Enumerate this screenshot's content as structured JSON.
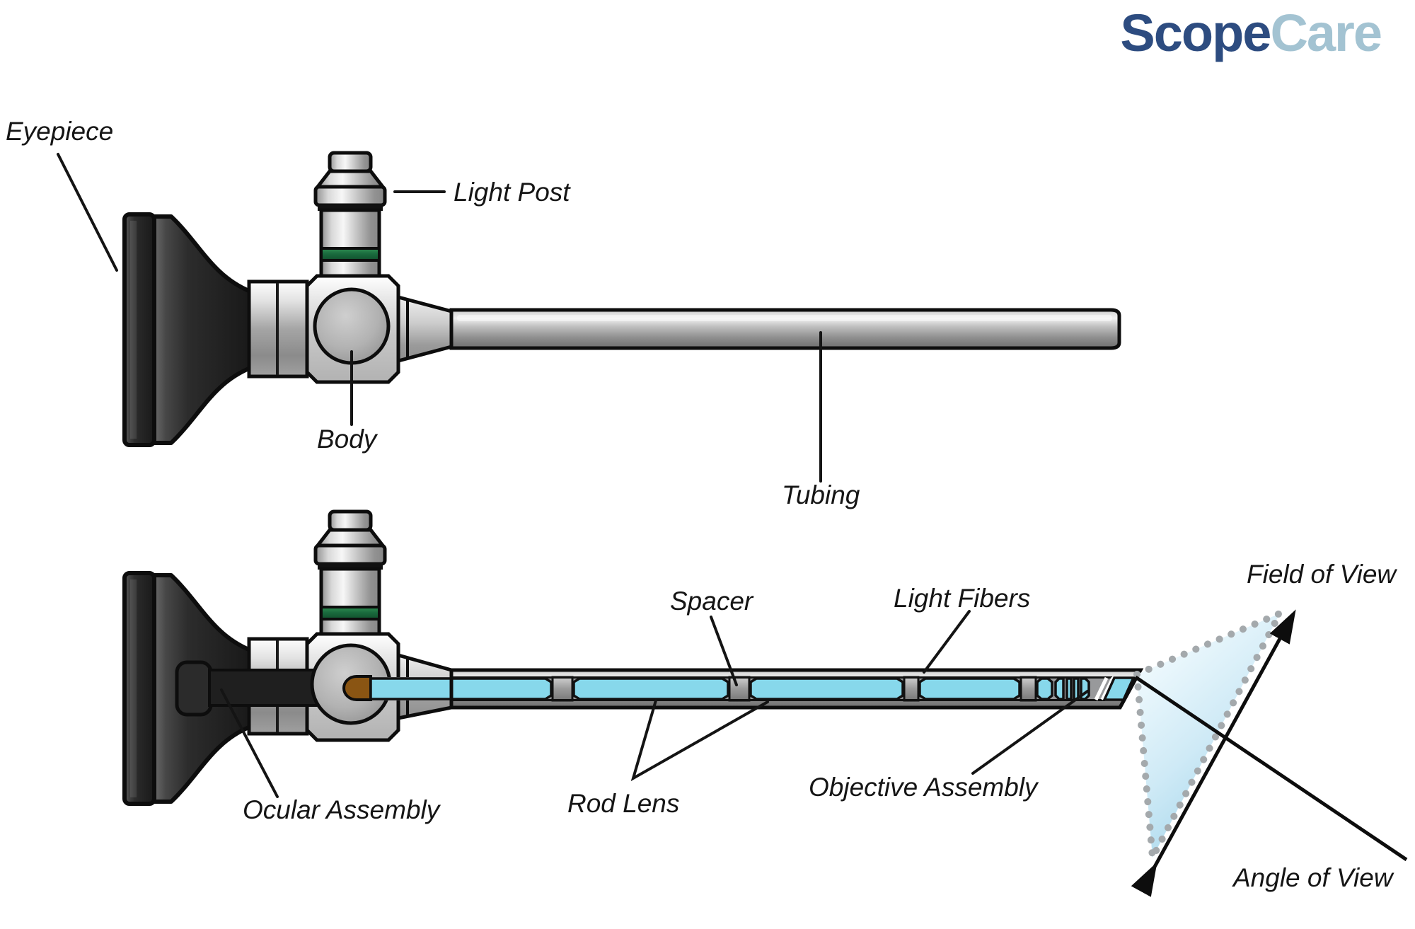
{
  "logo": {
    "part1": "Scope",
    "part2": "Care"
  },
  "labels": {
    "eyepiece": "Eyepiece",
    "light_post": "Light Post",
    "body": "Body",
    "tubing": "Tubing",
    "spacer": "Spacer",
    "light_fibers": "Light Fibers",
    "rod_lens": "Rod Lens",
    "objective_assembly": "Objective Assembly",
    "ocular_assembly": "Ocular Assembly",
    "field_of_view": "Field of View",
    "angle_of_view": "Angle of View"
  },
  "colors": {
    "logo_primary": "#2d4c80",
    "logo_secondary": "#a3c3d2",
    "lens_cyan": "#87d8eb",
    "ring_green": "#1a6b3e",
    "lens_amber": "#8a5513",
    "fov_fill": "#cfeaf6",
    "outline": "#0d0d0d",
    "label_text": "#151515"
  }
}
